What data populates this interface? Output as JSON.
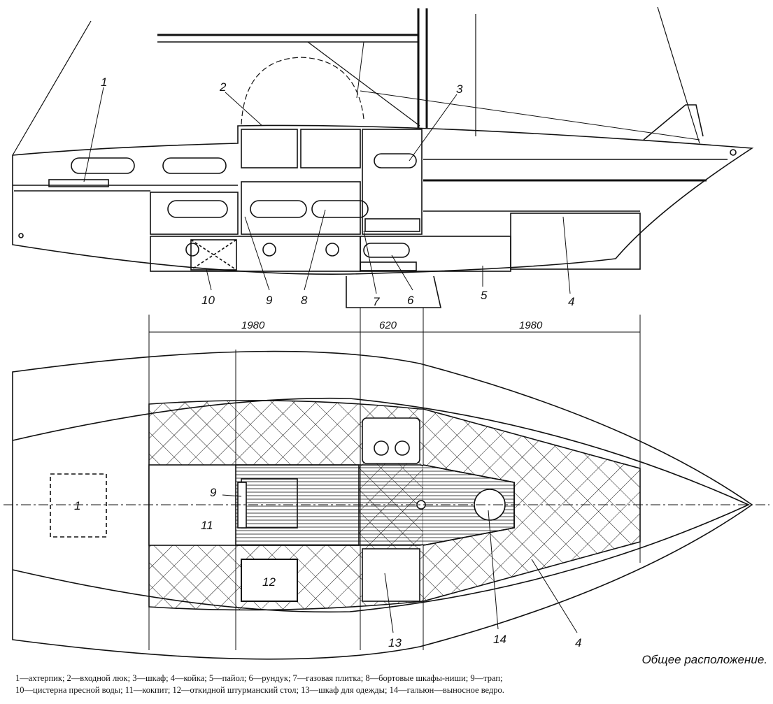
{
  "side_view": {
    "labels": [
      "1",
      "2",
      "3",
      "4",
      "5",
      "6",
      "7",
      "8",
      "9",
      "10"
    ]
  },
  "plan_view": {
    "labels": [
      "1",
      "9",
      "11",
      "12",
      "13",
      "14",
      "4"
    ],
    "dimensions": [
      "1980",
      "620",
      "1980"
    ]
  },
  "caption_title": "Общее расположение.",
  "legend": {
    "line1": "1—ахтерпик; 2—входной люк; 3—шкаф; 4—койка; 5—пайол; 6—рундук; 7—газовая плитка; 8—бортовые шкафы-ниши; 9—трап;",
    "line2": "10—цистерна пресной воды; 11—кокпит; 12—откидной штурманский стол; 13—шкаф для одежды; 14—гальюн—выносное ведро."
  }
}
